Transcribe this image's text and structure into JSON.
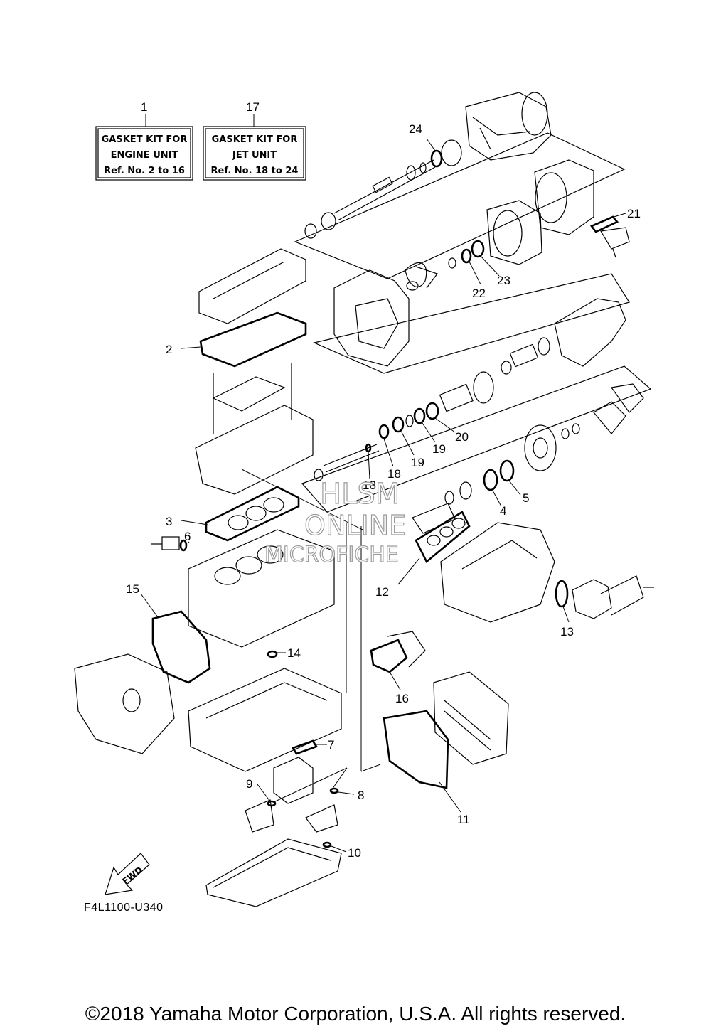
{
  "kits": [
    {
      "ref": "1",
      "lines": [
        "GASKET KIT FOR",
        "ENGINE UNIT",
        "Ref. No. 2 to 16"
      ]
    },
    {
      "ref": "17",
      "lines": [
        "GASKET KIT FOR",
        "JET UNIT",
        "Ref. No. 18 to 24"
      ]
    }
  ],
  "callouts": {
    "c2": "2",
    "c3": "3",
    "c4": "4",
    "c5": "5",
    "c6": "6",
    "c7": "7",
    "c8": "8",
    "c9": "9",
    "c10": "10",
    "c11": "11",
    "c12": "12",
    "c13": "13",
    "c14": "14",
    "c15": "15",
    "c16": "16",
    "c18a": "18",
    "c18b": "18",
    "c19a": "19",
    "c19b": "19",
    "c20": "20",
    "c21": "21",
    "c22": "22",
    "c23": "23",
    "c24": "24"
  },
  "arrow_label": "FWD",
  "watermark": [
    "HLSM",
    "ONLINE",
    "MICROFICHE"
  ],
  "diagram_code": "F4L1100-U340",
  "copyright": "©2018 Yamaha Motor Corporation, U.S.A. All rights reserved."
}
